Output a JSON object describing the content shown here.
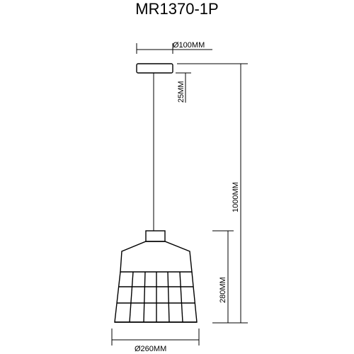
{
  "title": "MR1370-1P",
  "dimensions": {
    "canopy_diameter": "Ø100MM",
    "canopy_height": "25MM",
    "overall_height": "1000MM",
    "shade_height": "280MM",
    "shade_diameter": "Ø260MM"
  },
  "colors": {
    "ink": "#000000",
    "background": "#ffffff"
  }
}
